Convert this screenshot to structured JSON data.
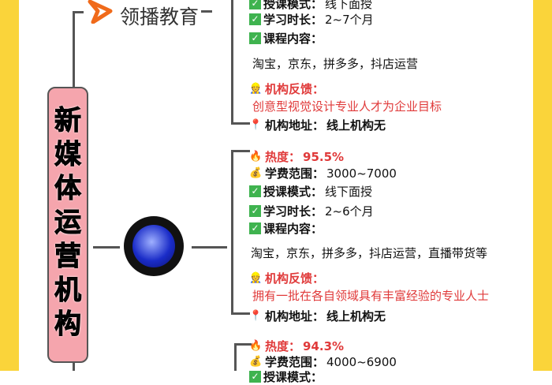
{
  "root_title": [
    "新",
    "媒",
    "体",
    "运",
    "营",
    "机",
    "构"
  ],
  "org1": {
    "name": "领播教育",
    "rows": {
      "mode_label": "授课模式：",
      "mode": "线下面授",
      "duration_label": "学习时长：",
      "duration": "2~7个月",
      "content_label": "课程内容：",
      "content": "淘宝，京东，拼多多，抖店运营",
      "feedback_label": "机构反馈：",
      "feedback": "创意型视觉设计专业人才为企业目标",
      "address_label": "机构地址：",
      "address": "线上机构无"
    }
  },
  "org2": {
    "heat_label": "热度：",
    "heat": "95.5%",
    "fee_label": "学费范围：",
    "fee": "3000~7000",
    "mode_label": "授课模式：",
    "mode": "线下面授",
    "duration_label": "学习时长：",
    "duration": "2~6个月",
    "content_label": "课程内容：",
    "content": "淘宝，京东，拼多多，抖店运营，直播带货等",
    "feedback_label": "机构反馈：",
    "feedback": "拥有一批在各自领域具有丰富经验的专业人士",
    "address_label": "机构地址：",
    "address": "线上机构无"
  },
  "org3": {
    "heat_label": "热度：",
    "heat": "94.3%",
    "fee_label": "学费范围：",
    "fee": "4000~6900",
    "mode_label": "授课模式："
  },
  "colors": {
    "strip": "#fad43a",
    "root": "#f5a5ad",
    "accent_red": "#e03a3a",
    "check": "#3fb34f"
  }
}
